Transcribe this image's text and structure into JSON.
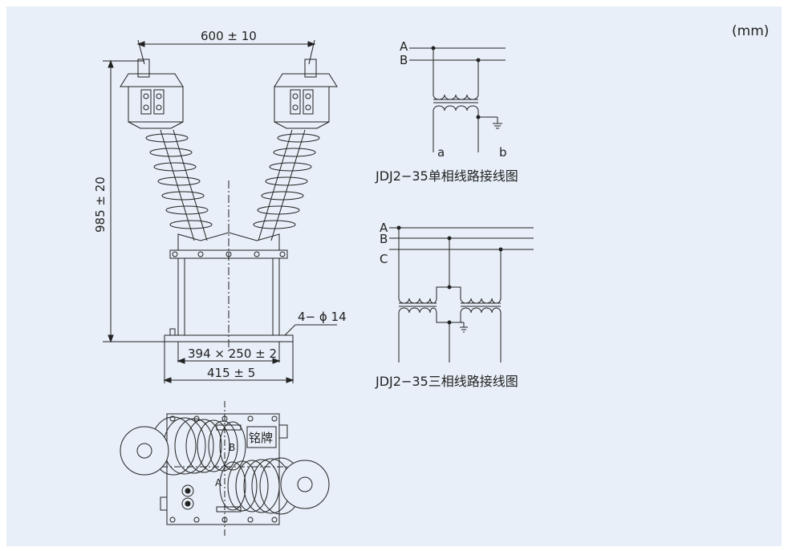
{
  "units_label": "(mm)",
  "dimensions": {
    "top_width": "600 ± 10",
    "height": "985 ± 20",
    "base_inner": "394 × 250 ± 2",
    "base_outer": "415 ± 5",
    "holes": "4− ϕ 14"
  },
  "single_phase": {
    "caption": "JDJ2−35单相线路接线图",
    "line_a": "A",
    "line_b": "B",
    "out_a": "a",
    "out_b": "b"
  },
  "three_phase": {
    "caption": "JDJ2−35三相线路接线图",
    "line_a": "A",
    "line_b": "B",
    "line_c": "C"
  },
  "plan_view": {
    "nameplate": "铭牌",
    "mark_b": "B",
    "mark_a": "A"
  },
  "colors": {
    "panel_bg": "#e8eff8",
    "line": "#222222"
  }
}
